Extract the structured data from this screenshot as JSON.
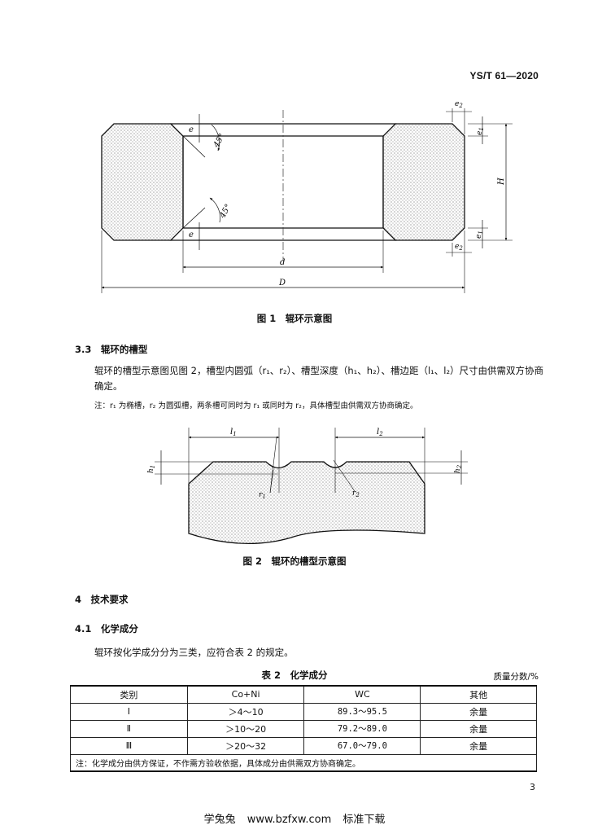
{
  "header": {
    "standard_code": "YS/T 61—2020"
  },
  "figure1": {
    "caption": "图 1　辊环示意图",
    "labels": {
      "e2_top": "e",
      "e2_top_sub": "2",
      "e1_top": "e",
      "e1_top_sub": "1",
      "e_top": "e",
      "e_bottom": "e",
      "angle_top": "45°",
      "angle_bottom": "45°",
      "H": "H",
      "e1_bottom": "e",
      "e1_bottom_sub": "1",
      "e2_bottom": "e",
      "e2_bottom_sub": "2",
      "d": "d",
      "D": "D"
    }
  },
  "section_3_3": {
    "heading": "3.3　辊环的槽型",
    "paragraph": "辊环的槽型示意图见图 2，槽型内圆弧（r₁、r₂）、槽型深度（h₁、h₂）、槽边距（l₁、l₂）尺寸由供需双方协商确定。",
    "note": "注：r₁ 为椭槽，r₂ 为圆弧槽，两条槽可同时为 r₁ 或同时为 r₂，具体槽型由供需双方协商确定。"
  },
  "figure2": {
    "caption": "图 2　辊环的槽型示意图",
    "labels": {
      "l1": "l",
      "l1_sub": "1",
      "l2": "l",
      "l2_sub": "2",
      "h1": "h",
      "h1_sub": "1",
      "h2": "h",
      "h2_sub": "2",
      "r1": "r",
      "r1_sub": "1",
      "r2": "r",
      "r2_sub": "2"
    }
  },
  "section_4": {
    "heading": "4　技术要求"
  },
  "section_4_1": {
    "heading": "4.1　化学成分",
    "paragraph": "辊环按化学成分分为三类，应符合表 2 的规定。"
  },
  "table2": {
    "title": "表 2　化学成分",
    "unit": "质量分数/%",
    "columns": [
      "类别",
      "Co+Ni",
      "WC",
      "其他"
    ],
    "rows": [
      [
        "Ⅰ",
        "＞4～10",
        "89.3～95.5",
        "余量"
      ],
      [
        "Ⅱ",
        "＞10～20",
        "79.2～89.0",
        "余量"
      ],
      [
        "Ⅲ",
        "＞20～32",
        "67.0～79.0",
        "余量"
      ]
    ],
    "note": "注：化学成分由供方保证，不作需方验收依据，具体成分由供需双方协商确定。"
  },
  "page_number": "3",
  "footer": {
    "site_name": "学兔兔",
    "url": "www.bzfxw.com",
    "tagline": "标准下载"
  }
}
